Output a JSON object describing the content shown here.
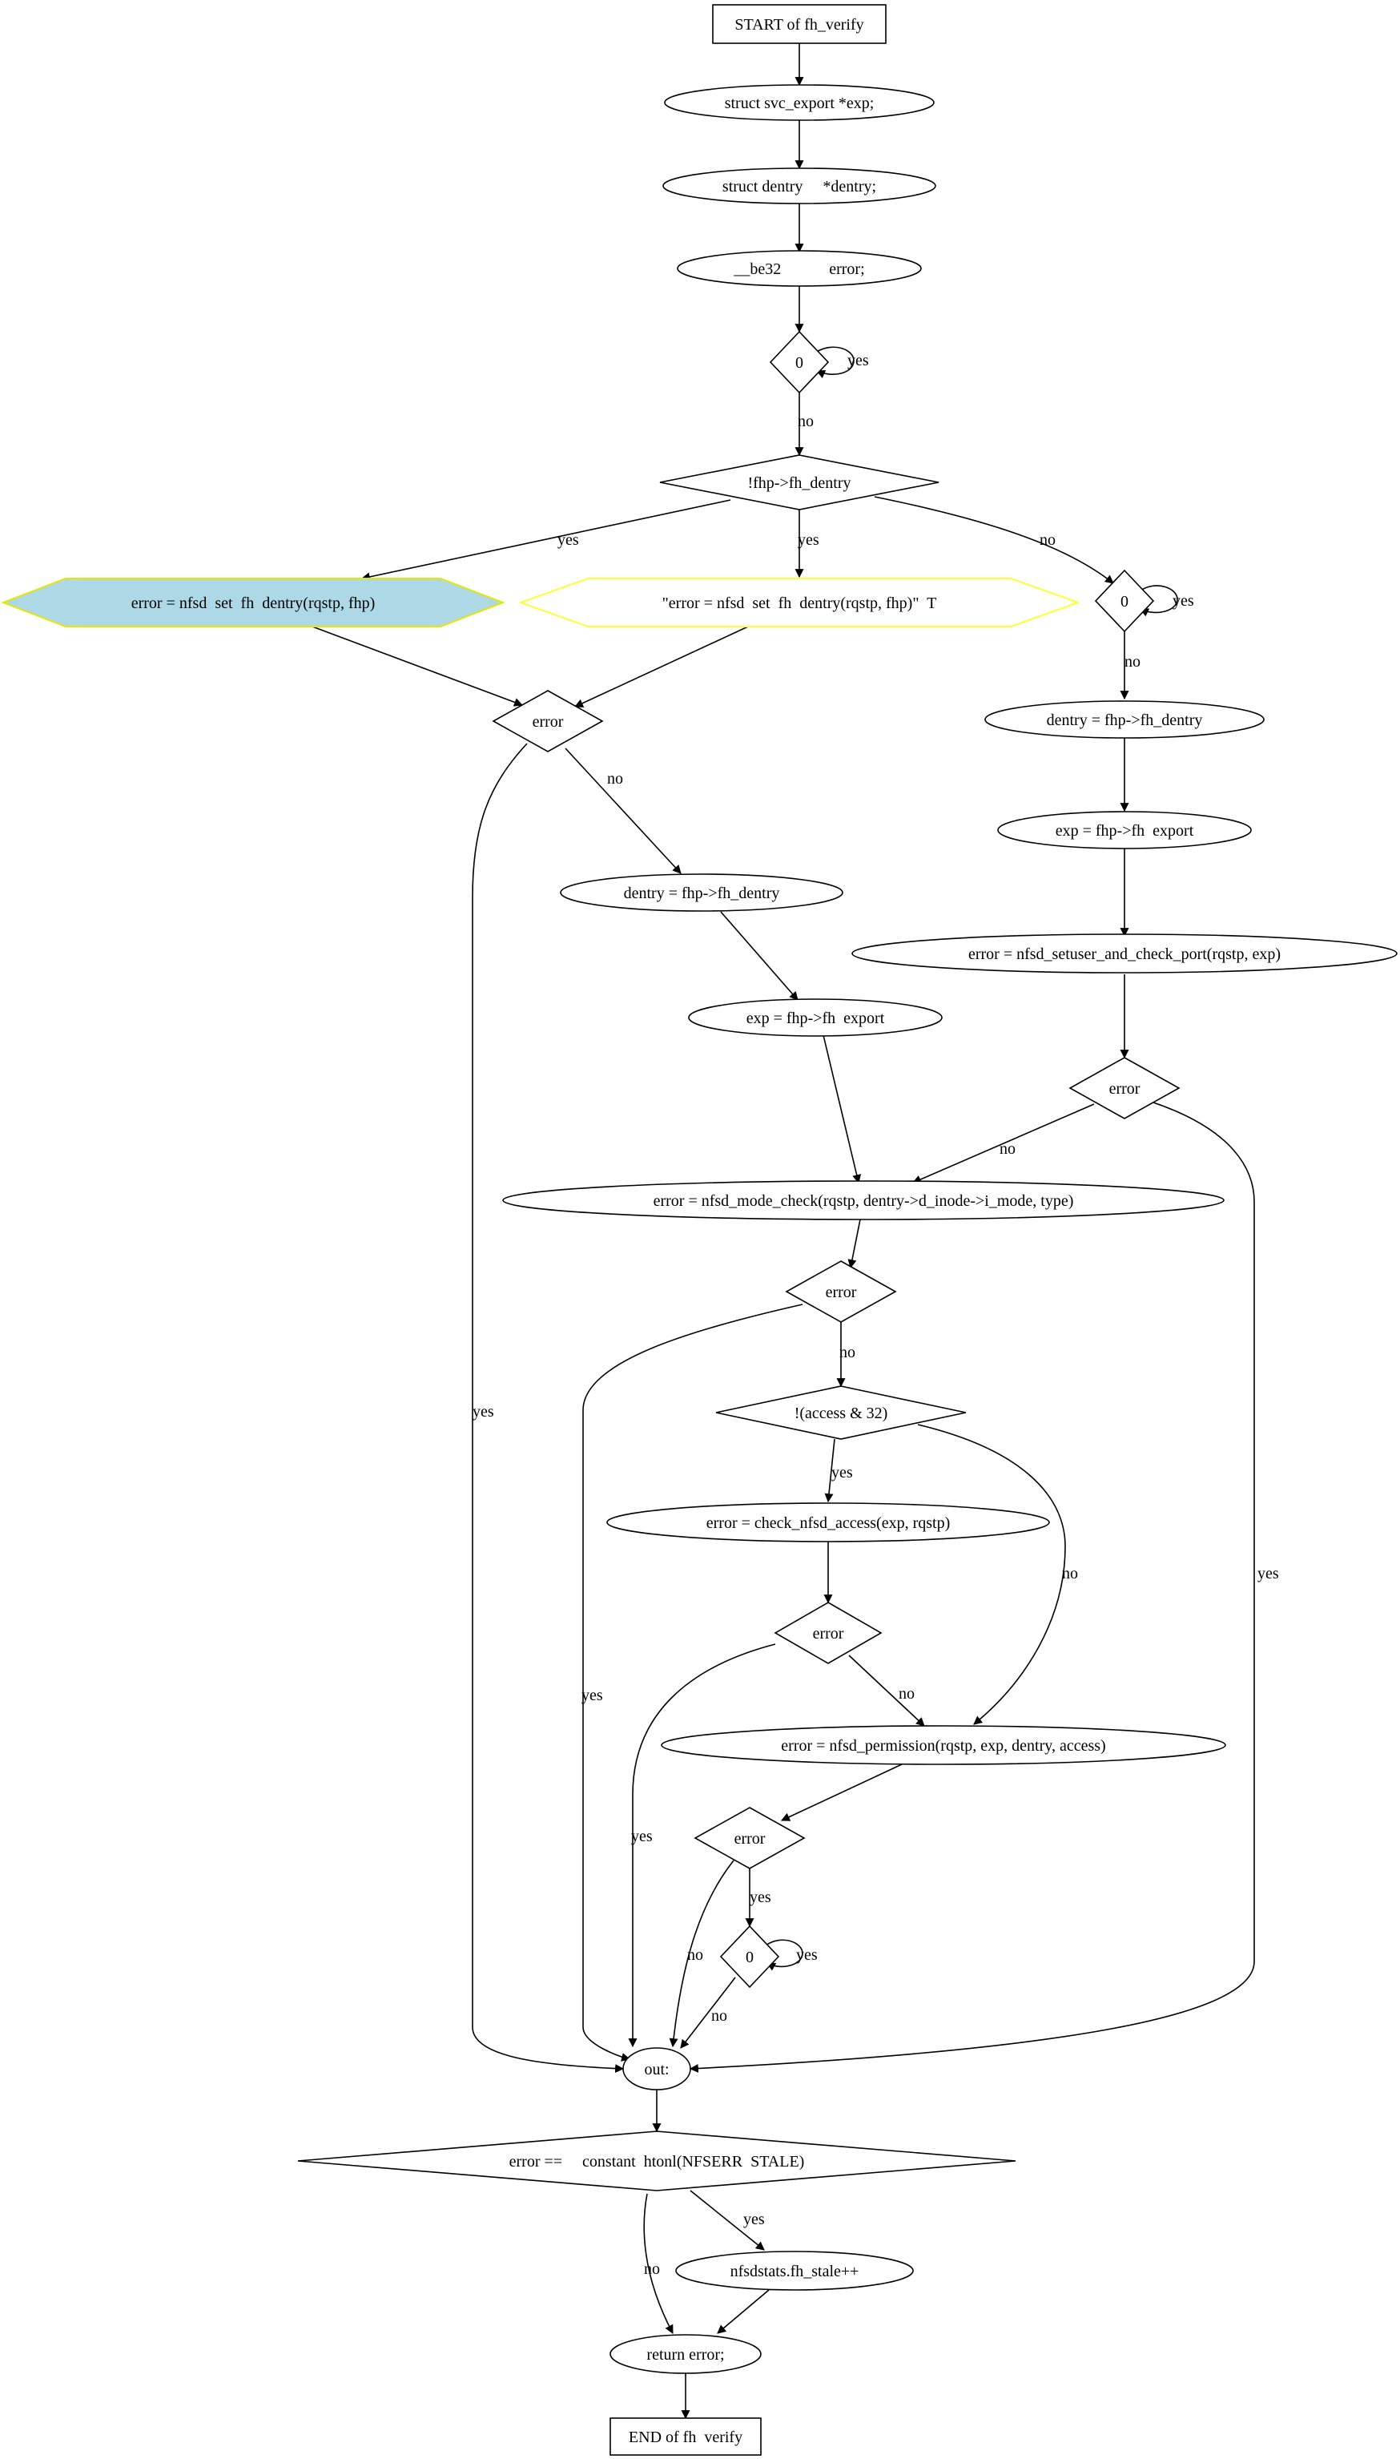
{
  "nodes": {
    "start": "START of fh_verify",
    "decl_exp": "struct svc_export *exp;",
    "decl_dentry": "struct dentry     *dentry;",
    "decl_error": "__be32            error;",
    "cond_zero_1": "0",
    "cond_fh_dentry": "!fhp->fh_dentry",
    "set_dentry": "error = nfsd  set  fh  dentry(rqstp, fhp)",
    "set_dentry_str": "\"error = nfsd  set  fh  dentry(rqstp, fhp)\"  T",
    "cond_zero_2": "0",
    "cond_error_1": "error",
    "assign_dentry_left": "dentry = fhp->fh_dentry",
    "assign_dentry_right": "dentry = fhp->fh_dentry",
    "assign_exp_left": "exp = fhp->fh  export",
    "assign_exp_right": "exp = fhp->fh  export",
    "setuser_check_port": "error = nfsd_setuser_and_check_port(rqstp, exp)",
    "cond_error_2": "error",
    "mode_check": "error = nfsd_mode_check(rqstp, dentry->d_inode->i_mode, type)",
    "cond_error_3": "error",
    "cond_access": "!(access & 32)",
    "check_access": "error = check_nfsd_access(exp, rqstp)",
    "cond_error_4": "error",
    "permission": "error = nfsd_permission(rqstp, exp, dentry, access)",
    "cond_error_5": "error",
    "cond_zero_3": "0",
    "out_label": "out:",
    "cond_stale": "error ==     constant  htonl(NFSERR  STALE)",
    "stale_increment": "nfsdstats.fh_stale++",
    "return_error": "return error;",
    "end": "END of fh  verify"
  },
  "edge_labels": {
    "zero1_loop": "yes",
    "zero1_no": "no",
    "fh_yes_left": "yes",
    "fh_yes_mid": "yes",
    "fh_no": "no",
    "zero2_loop": "yes",
    "zero2_no": "no",
    "error1_no": "no",
    "error1_yes": "yes",
    "error2_no": "no",
    "error2_yes": "yes",
    "error3_no": "no",
    "error3_yes": "yes",
    "access_yes": "yes",
    "access_no": "no",
    "error4_no": "no",
    "error4_yes": "yes",
    "error5_yes": "yes",
    "error5_no": "no",
    "zero3_loop": "yes",
    "zero3_no": "no",
    "stale_yes": "yes",
    "stale_no": "no"
  },
  "colors": {
    "highlight_fill": "#add8e6",
    "highlight_stroke": "#e6e600",
    "string_node_stroke": "#ffff33"
  }
}
